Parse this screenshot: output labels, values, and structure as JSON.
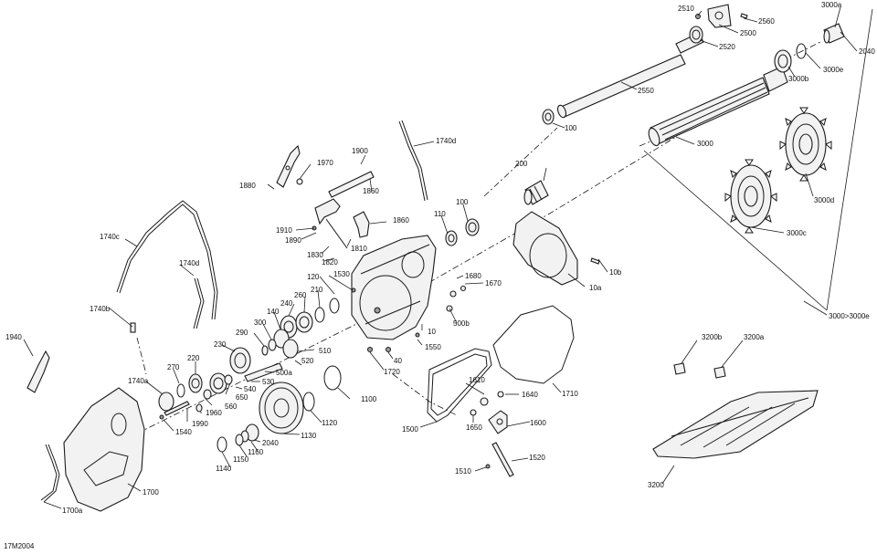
{
  "diagram_code": "17M2004",
  "labels": {
    "l2510": "2510",
    "l2560": "2560",
    "l3000a": "3000a",
    "l2500": "2500",
    "l2520": "2520",
    "l2040a": "2040",
    "l3000e": "3000e",
    "l3000b": "3000b",
    "l2550": "2550",
    "l100a": "100",
    "l3000": "3000",
    "l1740d_top": "1740d",
    "l1900": "1900",
    "l1970": "1970",
    "l1880": "1880",
    "l1860a": "1860",
    "l200": "200",
    "l3000d": "3000d",
    "l3000c": "3000c",
    "l110": "110",
    "l100b": "100",
    "l1860b": "1860",
    "l1910": "1910",
    "l1890": "1890",
    "l1810": "1810",
    "l1830": "1830",
    "l1820": "1820",
    "l1740c": "1740c",
    "l1740d": "1740d",
    "l10b": "10b",
    "l120": "120",
    "l1530": "1530",
    "l210": "210",
    "l1680": "1680",
    "l1670": "1670",
    "l10a": "10a",
    "l260": "260",
    "l240": "240",
    "l500b": "500b",
    "l10": "10",
    "l1740b": "1740b",
    "l140": "140",
    "l300": "300",
    "l290": "290",
    "l510": "510",
    "l1550": "1550",
    "l3000_3000e": "3000>3000e",
    "l3200b": "3200b",
    "l3200a": "3200a",
    "l1940": "1940",
    "l230": "230",
    "l220": "220",
    "l520": "520",
    "l40": "40",
    "l270": "270",
    "l500a": "500a",
    "l530": "530",
    "l1720": "1720",
    "l1710": "1710",
    "l540": "540",
    "l1740a": "1740a",
    "l1610": "1610",
    "l1640": "1640",
    "l650": "650",
    "l560": "560",
    "l1100": "1100",
    "l1960": "1960",
    "l1990": "1990",
    "l1540": "1540",
    "l1600": "1600",
    "l1120": "1120",
    "l1650": "1650",
    "l1500": "1500",
    "l2040b": "2040",
    "l1130": "1130",
    "l1160": "1160",
    "l1150": "1150",
    "l1140": "1140",
    "l1520": "1520",
    "l1510": "1510",
    "l3200": "3200",
    "l1700": "1700",
    "l1700a": "1700a"
  }
}
